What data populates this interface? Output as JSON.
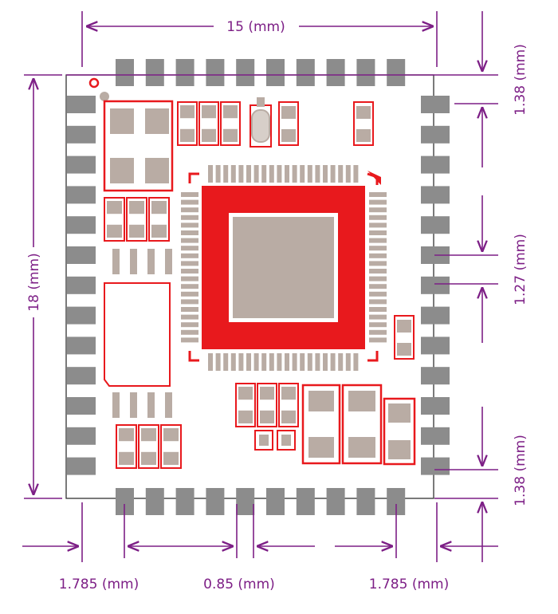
{
  "colors": {
    "dimension": "#7d1f86",
    "outline": "#333333",
    "pad": "#8c8c8c",
    "copper": "#b9aca4",
    "solder": "#e8191d",
    "background": "#ffffff"
  },
  "layout_counts": {
    "top_pads": 10,
    "bottom_pads": 10,
    "left_pads": 13,
    "right_pads": 13,
    "qfp_pins_per_side": 20
  },
  "dimensions": {
    "width_label": "15 (mm)",
    "height_label": "18 (mm)",
    "top_offset_label": "1.38 (mm)",
    "pitch_label": "1.27 (mm)",
    "bottom_offset_label": "1.38 (mm)",
    "left_offset_label": "1.785 (mm)",
    "pad_pitch_label": "0.85 (mm)",
    "right_offset_label": "1.785 (mm)"
  },
  "icons": {
    "pin1_marker": "pin1-circle-icon"
  }
}
